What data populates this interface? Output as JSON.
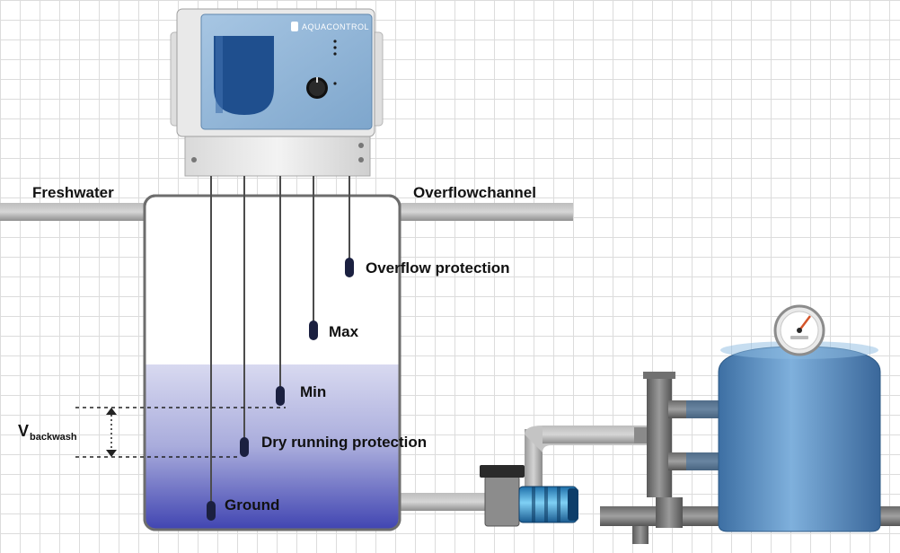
{
  "labels": {
    "freshwater": "Freshwater",
    "overflow_channel": "Overflowchannel",
    "overflow_protection": "Overflow protection",
    "max": "Max",
    "min": "Min",
    "dry_running": "Dry running protection",
    "ground": "Ground",
    "v_main": "V",
    "v_sub": "backwash"
  },
  "controller": {
    "brand": "AQUACONTROL"
  },
  "colors": {
    "pipe": "#a9a9a9",
    "water_top": "#d4d6ee",
    "water_bottom": "#4a4fb6",
    "tank_outline": "#6d6d6d",
    "sensor": "#1b2040",
    "filter_blue": "#5b93c8",
    "controller_panel": "#8fb5d6"
  },
  "icons": [
    "pressure-gauge-icon",
    "control-knob-icon"
  ]
}
